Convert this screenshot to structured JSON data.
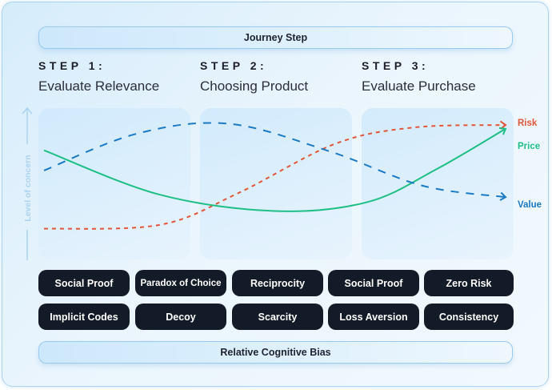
{
  "header": {
    "title": "Journey Step"
  },
  "steps": [
    {
      "number": "STEP 1:",
      "name": "Evaluate Relevance"
    },
    {
      "number": "STEP 2:",
      "name": "Choosing Product"
    },
    {
      "number": "STEP 3:",
      "name": "Evaluate Purchase"
    }
  ],
  "axis": {
    "y_label": "Level of concern",
    "y_arrow_icon": "arrow-up-icon"
  },
  "colors": {
    "risk": "#e2553a",
    "price": "#1ebf85",
    "value": "#1a7ac4",
    "chip_bg": "#141b28",
    "axis": "#a9d3f2"
  },
  "chart_data": {
    "type": "line",
    "title": "",
    "xlabel": "Journey Step",
    "ylabel": "Level of concern",
    "xlim": [
      0,
      100
    ],
    "ylim": [
      0,
      100
    ],
    "grid": false,
    "legend": "right (end-of-line labels)",
    "series": [
      {
        "name": "Risk",
        "style": "dotted",
        "x": [
          0,
          25,
          42,
          63,
          80,
          100
        ],
        "y": [
          11,
          14,
          39,
          78,
          91,
          93
        ]
      },
      {
        "name": "Price",
        "style": "solid",
        "x": [
          0,
          25,
          50,
          70,
          85,
          100
        ],
        "y": [
          73,
          38,
          25,
          32,
          58,
          90
        ]
      },
      {
        "name": "Value",
        "style": "dashed",
        "x": [
          0,
          20,
          40,
          62,
          82,
          100
        ],
        "y": [
          57,
          86,
          94,
          72,
          45,
          36
        ]
      }
    ]
  },
  "biases": {
    "row1": [
      "Social Proof",
      "Paradox of Choice",
      "Reciprocity",
      "Social Proof",
      "Zero Risk"
    ],
    "row2": [
      "Implicit Codes",
      "Decoy",
      "Scarcity",
      "Loss Aversion",
      "Consistency"
    ]
  },
  "footer": {
    "title": "Relative Cognitive Bias"
  }
}
